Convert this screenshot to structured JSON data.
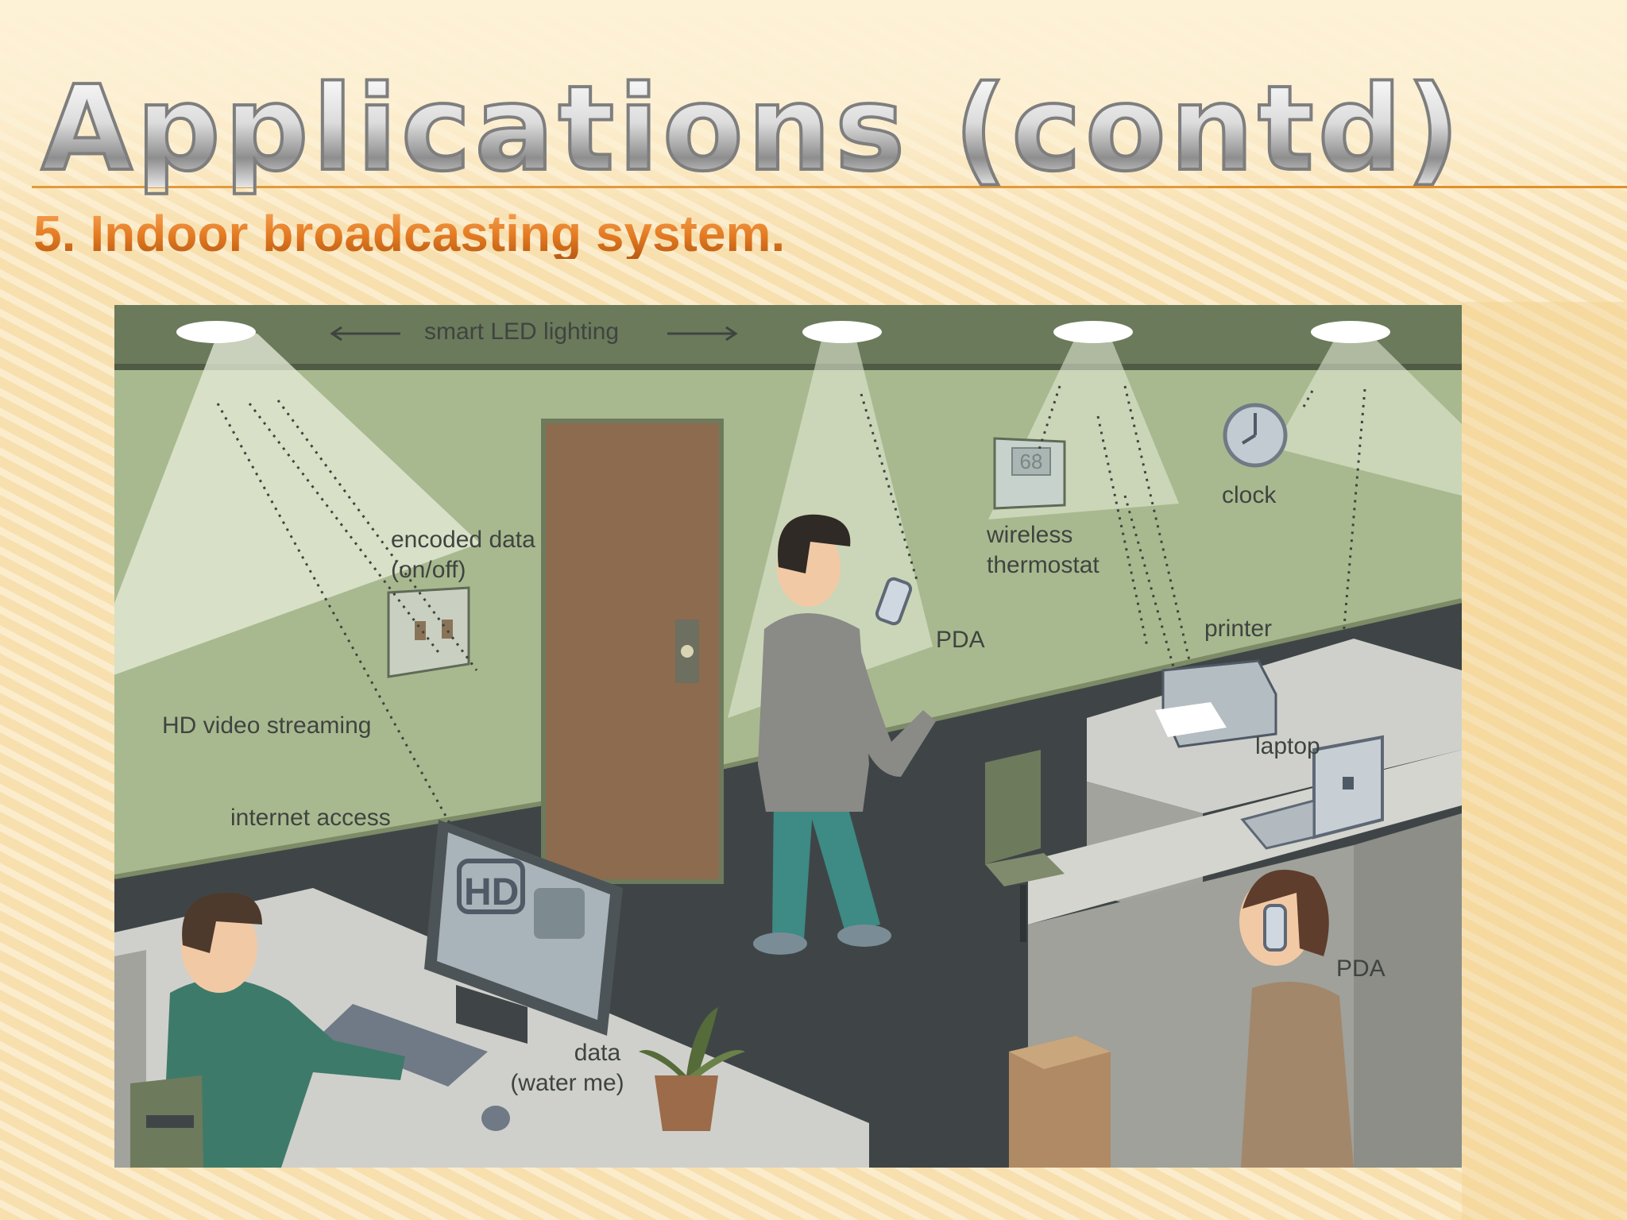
{
  "slide": {
    "title": "Applications (contd)",
    "subtitle_number": "5.",
    "subtitle_text": "Indoor broadcasting system."
  },
  "illustration": {
    "labels": {
      "smart_led_lighting": "smart LED lighting",
      "encoded_data": "encoded data",
      "encoded_data_sub": "(on/off)",
      "hd_video_streaming": "HD video streaming",
      "internet_access": "internet access",
      "data": "data",
      "data_sub": "(water me)",
      "pda_standing": "PDA",
      "wireless": "wireless",
      "thermostat": "thermostat",
      "clock": "clock",
      "printer": "printer",
      "laptop": "laptop",
      "pda_desk": "PDA",
      "monitor_hd": "HD",
      "thermostat_display": "68"
    }
  },
  "colors": {
    "accent_orange": "#e37a22",
    "wall": "#a9b98f",
    "floor": "#3f4547",
    "light_cone": "#e8eedb"
  }
}
